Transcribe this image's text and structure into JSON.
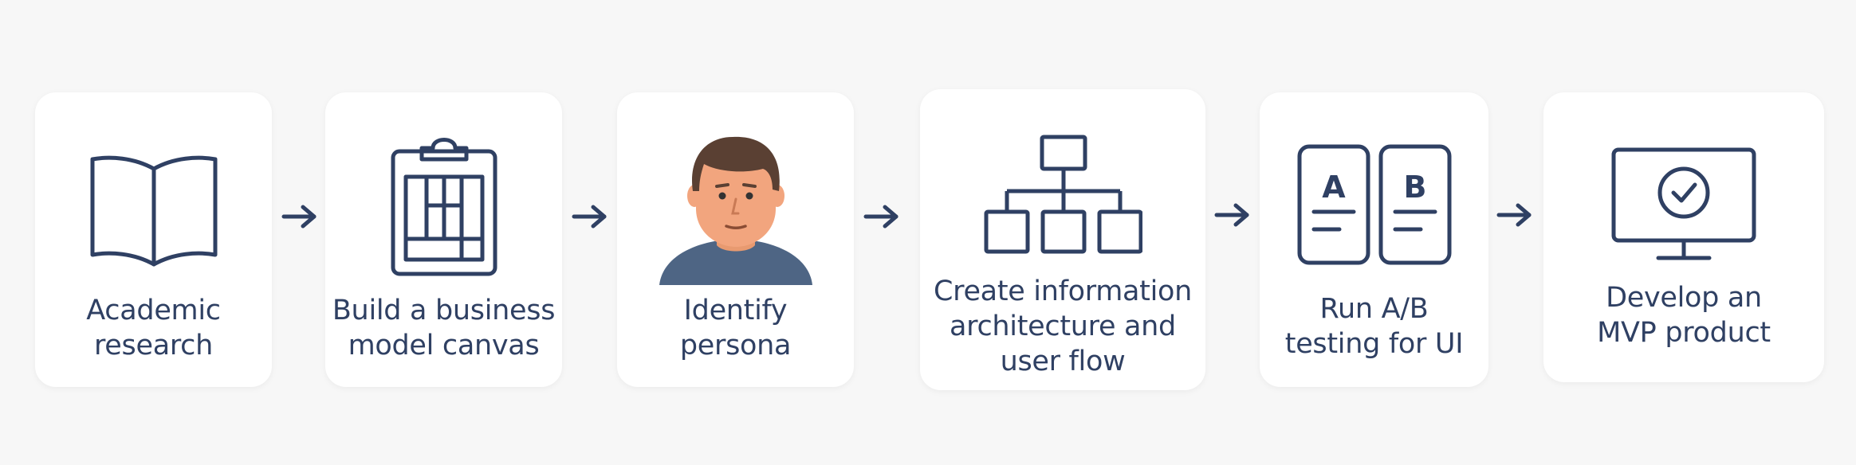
{
  "steps": [
    {
      "line1": "Academic",
      "line2": "research",
      "line3": "",
      "icon": "open-book-icon"
    },
    {
      "line1": "Build a business",
      "line2": "model canvas",
      "line3": "",
      "icon": "clipboard-canvas-icon"
    },
    {
      "line1": "Identify",
      "line2": "persona",
      "line3": "",
      "icon": "person-avatar-icon"
    },
    {
      "line1": "Create information",
      "line2": "architecture and",
      "line3": "user flow",
      "icon": "sitemap-hierarchy-icon"
    },
    {
      "line1": "Run A/B",
      "line2": "testing for UI",
      "line3": "",
      "icon": "ab-phones-icon"
    },
    {
      "line1": "Develop an",
      "line2": "MVP product",
      "line3": "",
      "icon": "monitor-check-icon"
    }
  ],
  "ab": {
    "a": "A",
    "b": "B"
  },
  "colors": {
    "background": "#f7f7f7",
    "card": "#ffffff",
    "accent": "#2f4063",
    "skin": "#f2a57e",
    "hair": "#5a4033",
    "shirt": "#4e6584"
  }
}
